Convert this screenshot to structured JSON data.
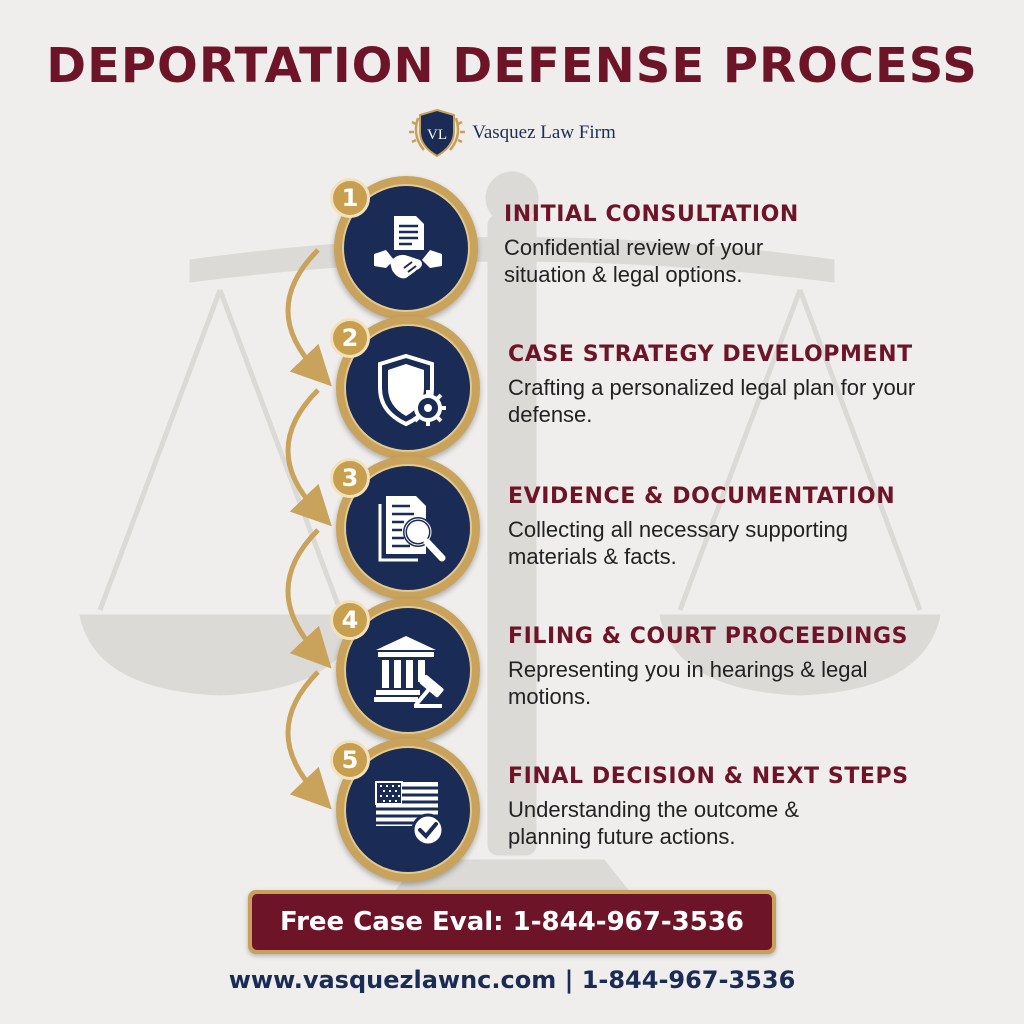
{
  "header": {
    "title": "DEPORTATION DEFENSE PROCESS",
    "brand_initials": "VL",
    "brand_name": "Vasquez Law Firm"
  },
  "steps": [
    {
      "number": "1",
      "title": "INITIAL CONSULTATION",
      "description": "Confidential review of your situation & legal options.",
      "icon": "handshake-document-icon"
    },
    {
      "number": "2",
      "title": "CASE STRATEGY DEVELOPMENT",
      "description": "Crafting a personalized legal plan for your defense.",
      "icon": "shield-gear-icon"
    },
    {
      "number": "3",
      "title": "EVIDENCE & DOCUMENTATION",
      "description": "Collecting all necessary supporting materials & facts.",
      "icon": "document-magnifier-icon"
    },
    {
      "number": "4",
      "title": "FILING & COURT PROCEEDINGS",
      "description": "Representing you in hearings & legal motions.",
      "icon": "courthouse-gavel-icon"
    },
    {
      "number": "5",
      "title": "FINAL DECISION & NEXT STEPS",
      "description": "Understanding the outcome & planning future actions.",
      "icon": "flag-checkmark-icon"
    }
  ],
  "cta": {
    "label": "Free Case Eval: 1-844-967-3536"
  },
  "footer": {
    "text": "www.vasquezlawnc.com | 1-844-967-3536"
  },
  "colors": {
    "maroon": "#6e1428",
    "navy": "#1a2b55",
    "gold": "#c9a25c",
    "background": "#efeeec"
  }
}
